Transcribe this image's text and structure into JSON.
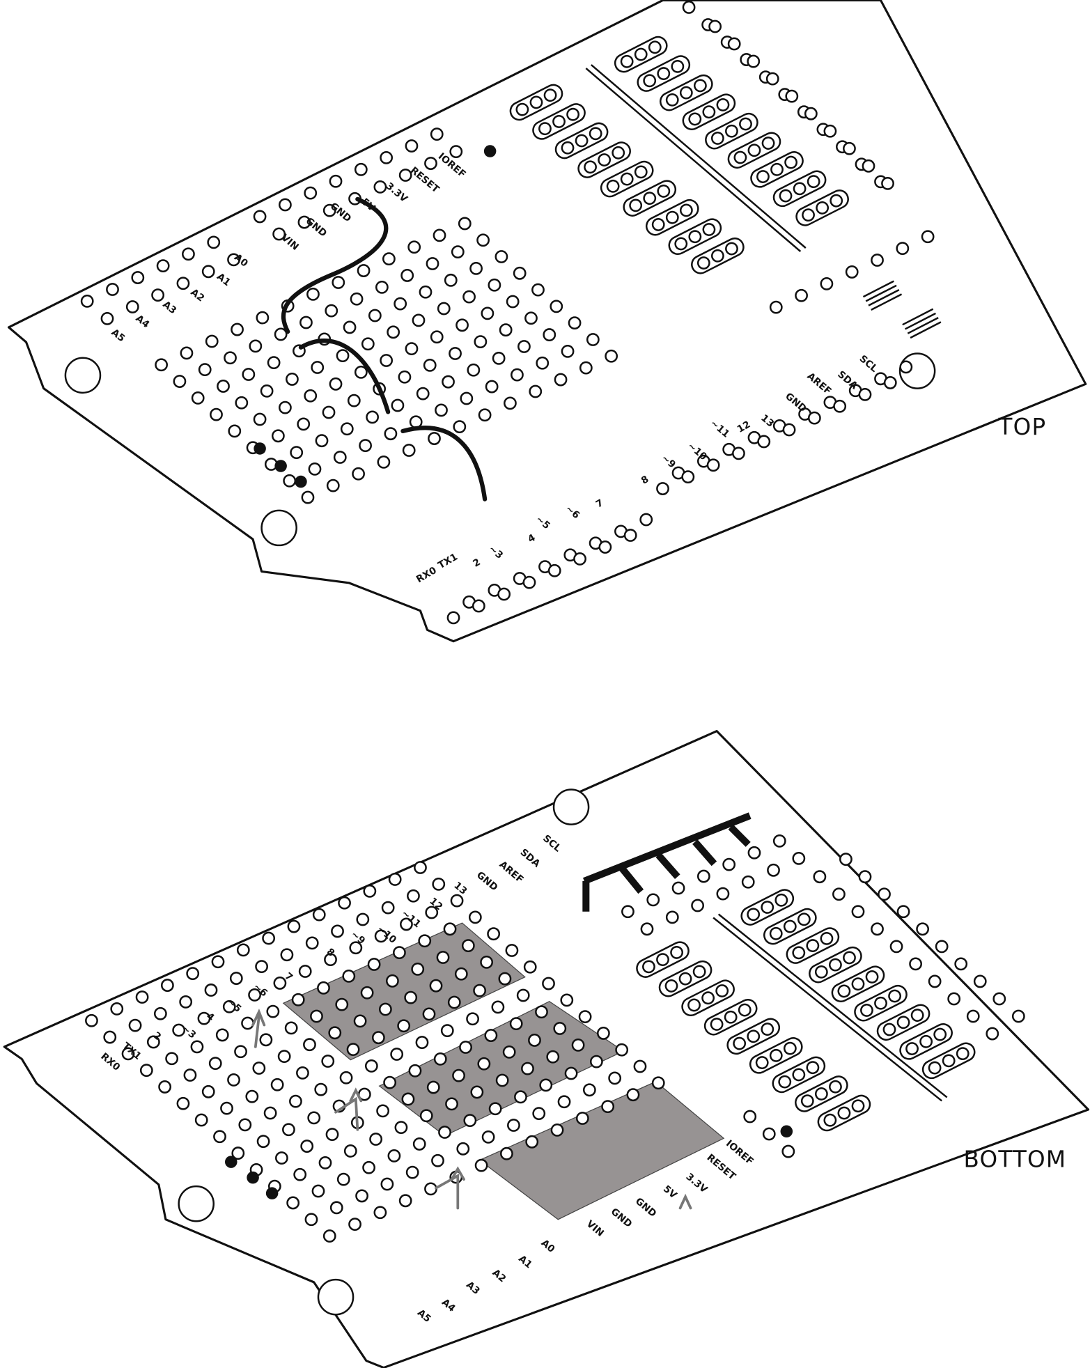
{
  "captions": {
    "top": "TOP",
    "bottom": "BOTTOM"
  },
  "top": {
    "analog": [
      "A0",
      "A1",
      "A2",
      "A3",
      "A4",
      "A5"
    ],
    "power": [
      "VIN",
      "GND",
      "GND",
      "5V",
      "3.3V",
      "RESET",
      "IOREF"
    ],
    "digital_low": [
      "RX0",
      "TX1",
      "2",
      "~3",
      "4",
      "~5",
      "~6",
      "7"
    ],
    "digital_high": [
      "8",
      "~9",
      "~10",
      "~11",
      "12",
      "13",
      "GND",
      "AREF",
      "SDA",
      "SCL"
    ]
  },
  "bottom": {
    "analog": [
      "A0",
      "A1",
      "A2",
      "A3",
      "A4",
      "A5"
    ],
    "power": [
      "VIN",
      "GND",
      "GND",
      "5V",
      "3.3V",
      "RESET",
      "IOREF"
    ],
    "digital_low": [
      "RX0",
      "TX1",
      "2",
      "~3",
      "4",
      "~5",
      "~6",
      "7"
    ],
    "digital_high": [
      "8",
      "~9",
      "~10",
      "~11",
      "12",
      "13",
      "GND",
      "AREF",
      "SDA",
      "SCL"
    ]
  }
}
